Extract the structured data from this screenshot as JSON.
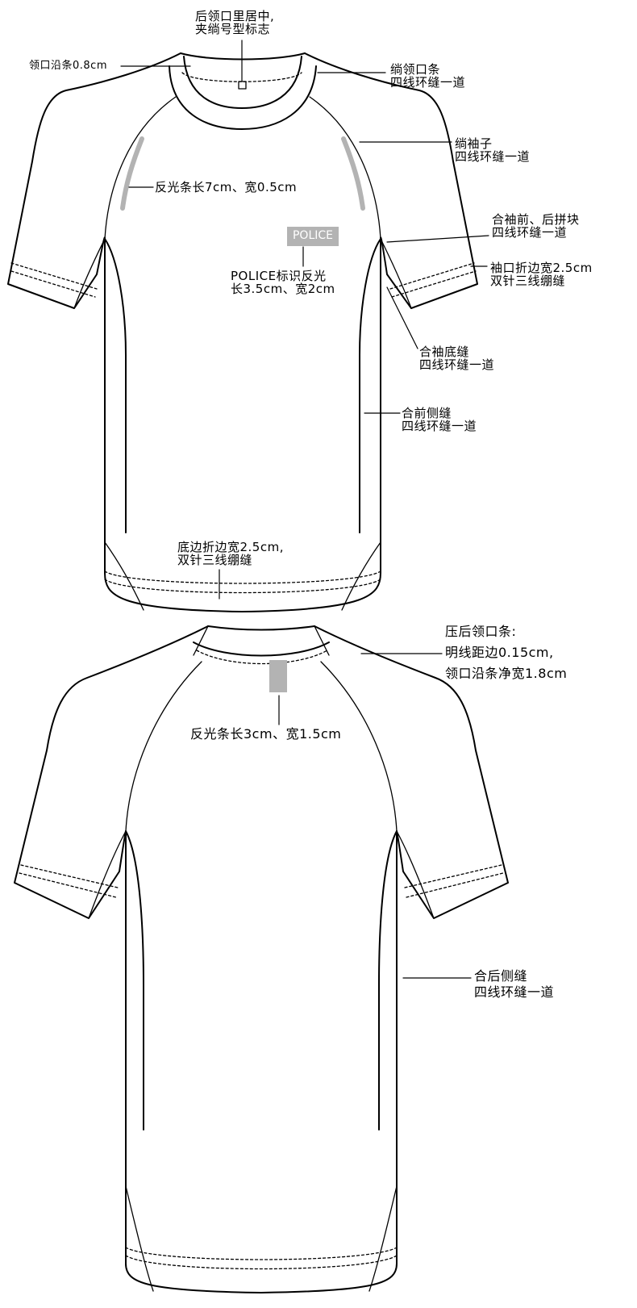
{
  "colors": {
    "outline": "#000000",
    "reflective_strip": "#b3b3b3",
    "badge_text": "#ffffff"
  },
  "badge": {
    "text": "POLICE"
  },
  "front_labels": {
    "back_neck_label": [
      "后领口里居中,",
      "夹绱号型标志"
    ],
    "collar_edge": "领口沿条0.8cm",
    "attach_collar": [
      "绱领口条",
      "四线环缝一道"
    ],
    "attach_sleeve": [
      "绱袖子",
      "四线环缝一道"
    ],
    "reflective_strip_front": "反光条长7cm、宽0.5cm",
    "join_sleeve_panels": [
      "合袖前、后拼块",
      "四线环缝一道"
    ],
    "police_label": [
      "POLICE标识反光",
      "长3.5cm、宽2cm"
    ],
    "cuff_hem": [
      "袖口折边宽2.5cm",
      "双针三线绷缝"
    ],
    "sleeve_underseam": [
      "合袖底缝",
      "四线环缝一道"
    ],
    "front_side_seam": [
      "合前侧缝",
      "四线环缝一道"
    ],
    "bottom_hem": [
      "底边折边宽2.5cm,",
      "双针三线绷缝"
    ]
  },
  "back_labels": {
    "back_collar_topstitch": [
      "压后领口条:",
      "明线距边0.15cm,",
      "领口沿条净宽1.8cm"
    ],
    "reflective_strip_back": "反光条长3cm、宽1.5cm",
    "back_side_seam": [
      "合后侧缝",
      "四线环缝一道"
    ]
  }
}
